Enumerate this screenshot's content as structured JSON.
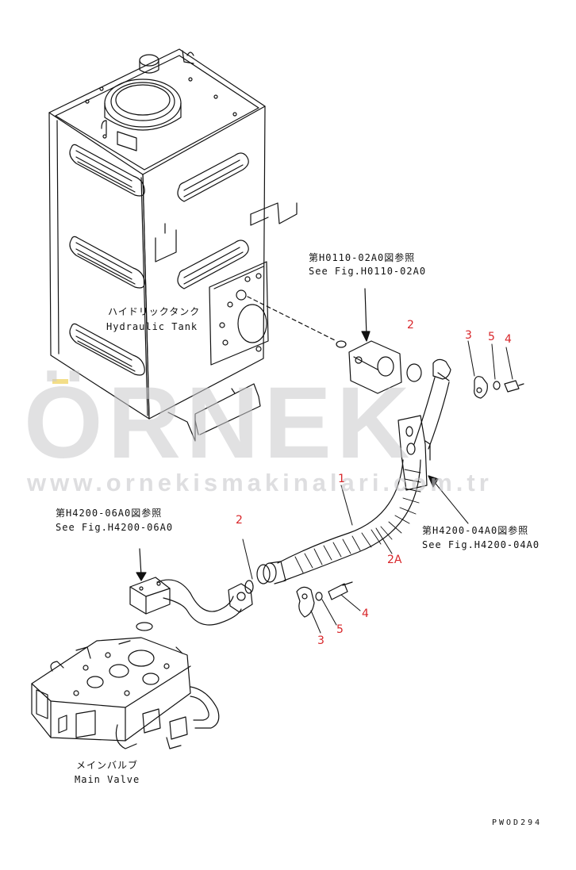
{
  "watermark": {
    "brand": "ÖRNEK",
    "site": "www.ornekismakinalari.com.tr",
    "color": "#c9c9cc"
  },
  "parts": {
    "hydraulic_tank": {
      "jp": "ハイドリックタンク",
      "en": "Hydraulic Tank"
    },
    "main_valve": {
      "jp": "メインバルブ",
      "en": "Main Valve"
    }
  },
  "references": {
    "top": {
      "jp": "第H0110-02A0図参照",
      "en": "See Fig.H0110-02A0"
    },
    "left": {
      "jp": "第H4200-06A0図参照",
      "en": "See Fig.H4200-06A0"
    },
    "right": {
      "jp": "第H4200-04A0図参照",
      "en": "See Fig.H4200-04A0"
    }
  },
  "callouts": {
    "top_2": "2",
    "top_3": "3",
    "top_5": "5",
    "top_4": "4",
    "mid_1": "1",
    "mid_2A": "2A",
    "left_2": "2",
    "bot_4": "4",
    "bot_5": "5",
    "bot_3": "3"
  },
  "callout_color": "#d8262a",
  "drawing_code": "PWOD294"
}
